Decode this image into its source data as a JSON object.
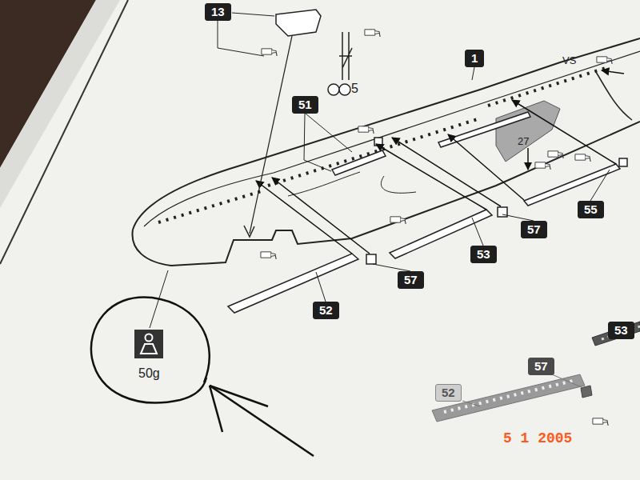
{
  "diagram": {
    "nodes": [
      {
        "text": [
          "13"
        ]
      },
      {
        "text": [
          "1"
        ]
      },
      {
        "text": [
          "51"
        ]
      },
      {
        "text": [
          "57"
        ]
      },
      {
        "text": [
          "55"
        ]
      },
      {
        "text": [
          "53"
        ]
      },
      {
        "text": [
          "57"
        ]
      },
      {
        "text": [
          "52"
        ]
      },
      {
        "text": [
          "53"
        ]
      },
      {
        "text": [
          "57"
        ]
      },
      {
        "text": [
          "52"
        ]
      }
    ],
    "labels": [
      "VS",
      "5",
      "27",
      "50g",
      "5 1 2005"
    ]
  }
}
